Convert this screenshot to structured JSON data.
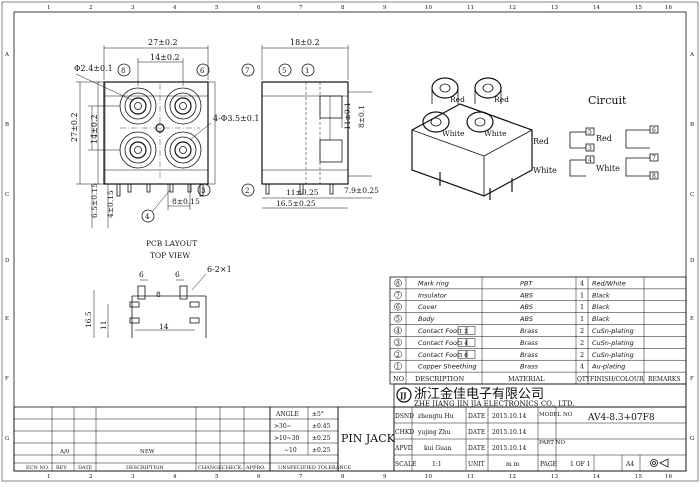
{
  "zones_top": [
    "1",
    "2",
    "3",
    "4",
    "5",
    "6",
    "7",
    "8",
    "9",
    "10",
    "11",
    "12",
    "13",
    "14",
    "15",
    "16"
  ],
  "zones_side": [
    "A",
    "B",
    "C",
    "D",
    "E",
    "F",
    "G"
  ],
  "front": {
    "width": "27±0.2",
    "pitch_h": "14±0.2",
    "pin_dia": "Φ2.4±0.1",
    "balloon_8": "8",
    "balloon_6": "6",
    "height": "27±0.2",
    "pitch_v": "14±0.2",
    "holes": "4-Φ3.5±0.1",
    "pin_5": "6.5±0.15",
    "pin_4": "4±0.15",
    "pin_bottom": "8±0.15",
    "balloon_3": "3",
    "balloon_4": "4"
  },
  "side": {
    "depth": "18±0.2",
    "balloon_7": "7",
    "balloon_5": "5",
    "balloon_1": "1",
    "dim_a": "11±0.1",
    "dim_b": "8±0.1",
    "dim_c": "11±0.25",
    "dim_d": "16.5±0.25",
    "dim_e": "7.9±0.25",
    "balloon_2": "2"
  },
  "iso_labels": [
    "Red",
    "Red",
    "White",
    "White"
  ],
  "circuit": {
    "title": "Circuit",
    "red_left": "Red",
    "red_right": "Red",
    "white_left": "White",
    "white_right": "White",
    "pins": [
      "5",
      "3",
      "4",
      "6",
      "7",
      "8"
    ]
  },
  "pcb": {
    "title": "PCB LAYOUT",
    "subtitle": "TOP VIEW",
    "slot": "6-2×1",
    "d_6a": "6",
    "d_6b": "6",
    "d_8": "8",
    "d_16_5": "16.5",
    "d_11": "11",
    "d_14": "14"
  },
  "bom": {
    "rows": [
      {
        "no": "8",
        "desc": "Mark ring",
        "mat": "PBT",
        "qty": "4",
        "fin": "Red/White"
      },
      {
        "no": "7",
        "desc": "Insulator",
        "mat": "ABS",
        "qty": "1",
        "fin": "Black"
      },
      {
        "no": "6",
        "desc": "Cover",
        "mat": "ABS",
        "qty": "1",
        "fin": "Black"
      },
      {
        "no": "5",
        "desc": "Body",
        "mat": "ABS",
        "qty": "1",
        "fin": "Black"
      },
      {
        "no": "4",
        "desc": "Contact Foot",
        "tag": "1 2",
        "mat": "Brass",
        "qty": "2",
        "fin": "CuSn-plating"
      },
      {
        "no": "3",
        "desc": "Contact Foot",
        "tag": "3 4",
        "mat": "Brass",
        "qty": "2",
        "fin": "CuSn-plating"
      },
      {
        "no": "2",
        "desc": "Contact Foot",
        "tag": "5 6",
        "mat": "Brass",
        "qty": "2",
        "fin": "CuSn-plating"
      },
      {
        "no": "1",
        "desc": "Copper Sheething",
        "mat": "Brass",
        "qty": "4",
        "fin": "Au-plating"
      }
    ],
    "hdr_no": "NO",
    "hdr_desc": "DESCRIPTION",
    "hdr_mat": "MATERIAL",
    "hdr_qty": "QTY",
    "hdr_fin": "FINISH/COLOUR",
    "hdr_rem": "REMARKS"
  },
  "title": {
    "product": "PIN JACK",
    "company_cn": "浙江金佳电子有限公司",
    "company_en": "ZHE JIANG JIN JIA ELECTRONICS CO., LTD.",
    "dsnd": "DSND",
    "chkd": "CHKD",
    "apvd": "APVD",
    "scale": "SCALE",
    "dsnd_name": "zhengtu Hu",
    "chkd_name": "yujing Zhu",
    "apvd_name": "kui Guan",
    "scale_val": "1:1",
    "date": "DATE",
    "unit": "UNIT",
    "date1": "2015.10.14",
    "date2": "2015.10.14",
    "date3": "2015.10.14",
    "unit_val": "m m",
    "model_no": "MODEL NO",
    "part_no": "PART NO",
    "model_val": "AV4-8.3+07F8",
    "page": "PAGE",
    "page_val": "1 OF 1",
    "size": "A4"
  },
  "tolerance": {
    "angle": "ANGLE",
    "angle_val": "±5°",
    "r1": ">30~",
    "r1v": "±0.45",
    "r2": ">10~30",
    "r2v": "±0.25",
    "r3": "~10",
    "r3v": "±0.25",
    "unspec": "UNSPECIFIED TOLERANCE"
  },
  "rev": {
    "ecn": "ECN NO.",
    "rev": "REV",
    "date": "DATE",
    "desc": "DESCRIPTION",
    "change": "CHANGE.",
    "check": "CHECK.",
    "apprd": "APPRO.",
    "rev_val": "A/0",
    "desc_val": "NEW"
  }
}
